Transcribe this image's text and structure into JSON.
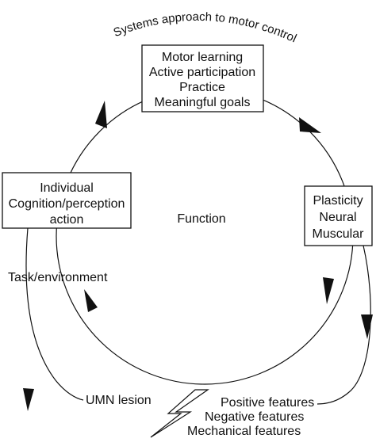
{
  "title": "Systems approach to motor control",
  "center_label": "Function",
  "boxes": {
    "top": [
      "Motor learning",
      "Active participation",
      "Practice",
      "Meaningful goals"
    ],
    "left": [
      "Individual",
      "Cognition/perception",
      "action"
    ],
    "right": [
      "Plasticity",
      "Neural",
      "Muscular"
    ]
  },
  "labels": {
    "task_environment": "Task/environment",
    "umn_lesion": "UMN lesion"
  },
  "features": [
    "Positive features",
    "Negative features",
    "Mechanical features"
  ],
  "icons": {
    "lightning": "lightning-bolt-icon"
  }
}
